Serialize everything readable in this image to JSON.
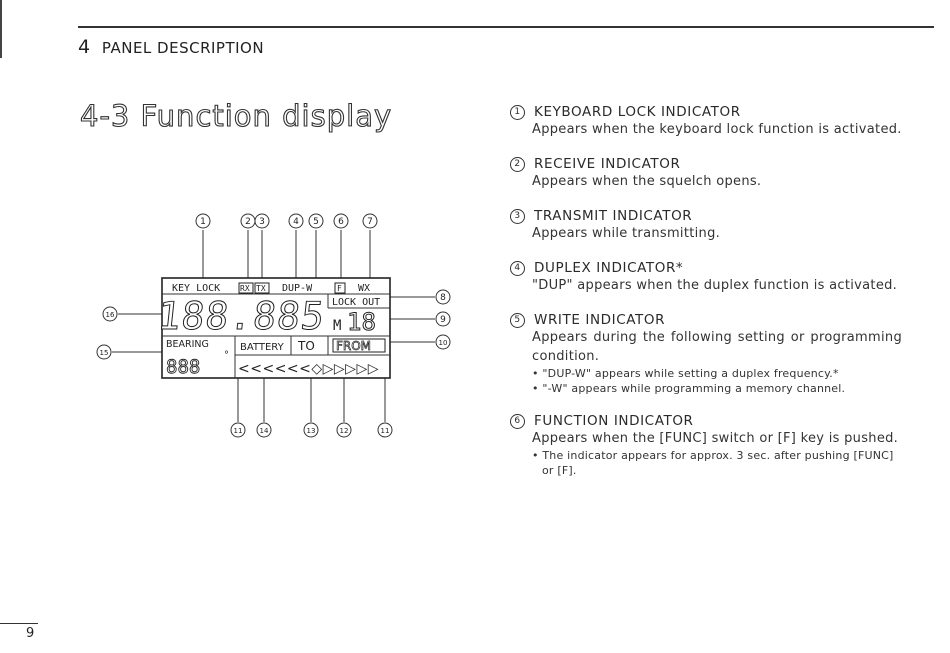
{
  "header": {
    "chapter_number": "4",
    "chapter_title": "PANEL DESCRIPTION"
  },
  "section": {
    "title": "4-3  Function display"
  },
  "page_number": "9",
  "diagram": {
    "callouts_top": [
      "1",
      "2",
      "3",
      "4",
      "5",
      "6",
      "7"
    ],
    "callouts_right": [
      "8",
      "9",
      "10"
    ],
    "callouts_bottom": [
      "11",
      "14",
      "13",
      "12",
      "11"
    ],
    "callouts_left": [
      "16",
      "15"
    ],
    "lcd": {
      "top_labels": [
        "KEY LOCK",
        "RX",
        "TX",
        "DUP-W",
        "F",
        "WX"
      ],
      "lock_out": "LOCK OUT",
      "frequency": "188.885",
      "channel_prefix": "M",
      "channel": "18",
      "bearing": "BEARING",
      "bearing_digits": "888",
      "degree": "°",
      "battery": "BATTERY",
      "to": "TO",
      "from": "FROM",
      "arrows": "<<<<<<◇▷▷▷▷▷"
    }
  },
  "items": [
    {
      "num": "1",
      "title": "KEYBOARD LOCK INDICATOR",
      "body": "Appears when the keyboard lock function is activated.",
      "notes": []
    },
    {
      "num": "2",
      "title": "RECEIVE INDICATOR",
      "body": "Appears when the squelch opens.",
      "notes": []
    },
    {
      "num": "3",
      "title": "TRANSMIT INDICATOR",
      "body": "Appears while transmitting.",
      "notes": []
    },
    {
      "num": "4",
      "title": "DUPLEX INDICATOR*",
      "body": "\"DUP\" appears when the duplex function is activated.",
      "notes": []
    },
    {
      "num": "5",
      "title": "WRITE INDICATOR",
      "body": "Appears during the following setting or programming condition.",
      "notes": [
        "\"DUP-W\" appears while setting a duplex frequency.*",
        "\"-W\" appears while programming a memory channel."
      ]
    },
    {
      "num": "6",
      "title": "FUNCTION INDICATOR",
      "body": "Appears when the [FUNC] switch or [F] key is pushed.",
      "notes": [
        "The indicator appears for approx. 3 sec. after pushing [FUNC] or [F]."
      ]
    }
  ]
}
